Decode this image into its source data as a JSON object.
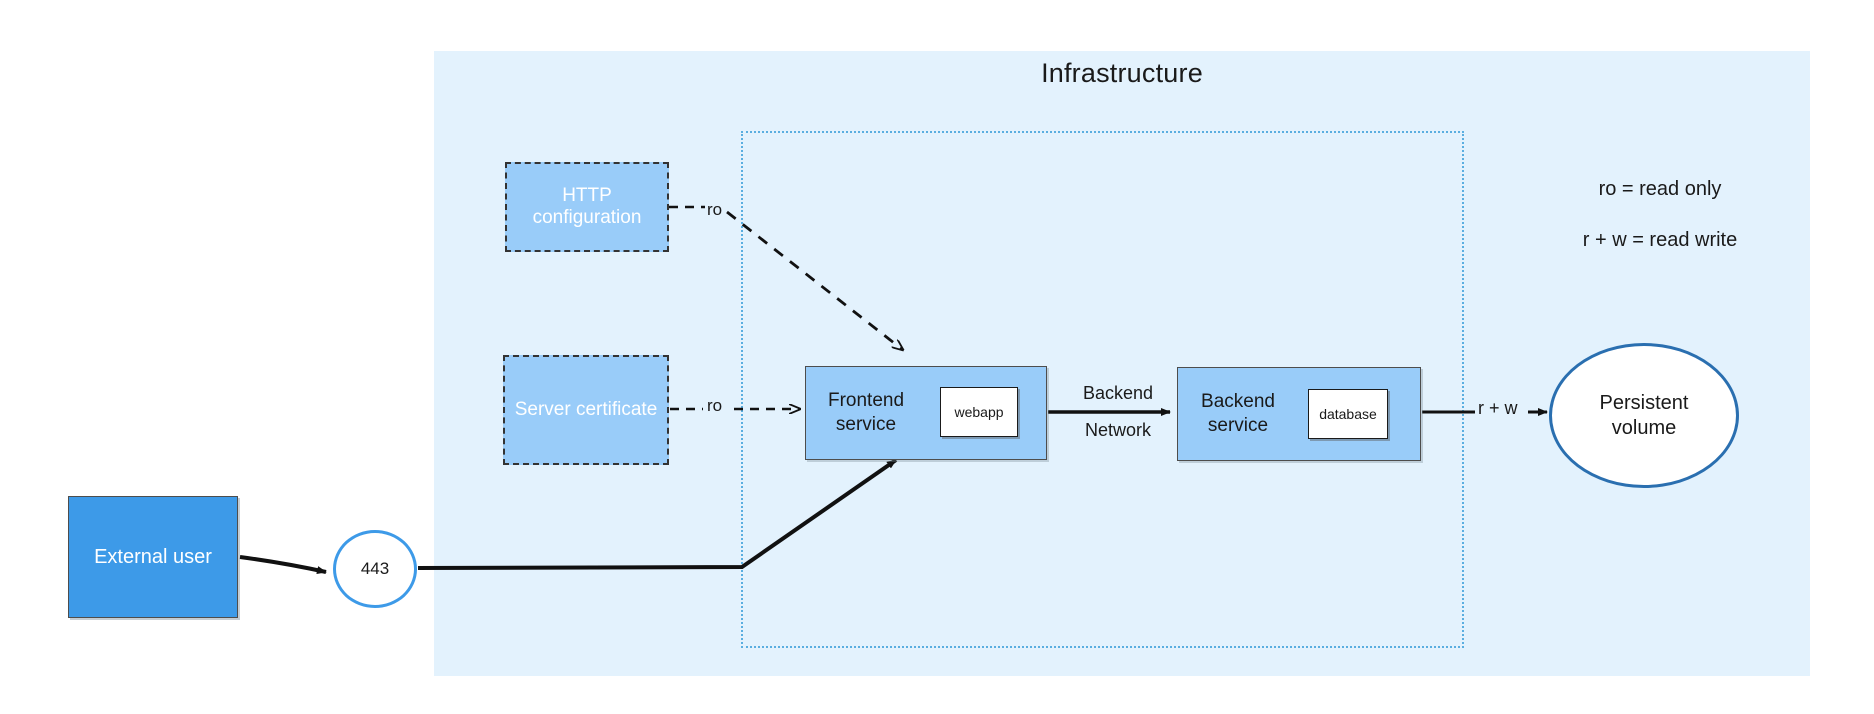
{
  "diagram": {
    "title": "Infrastructure",
    "colors": {
      "panel_bg": "#e3f2fd",
      "config_fill": "#99ccf9",
      "service_fill": "#99ccf9",
      "external_user_fill": "#3d9ae8",
      "network_border": "#5aaee0",
      "volume_border": "#2a6fb0",
      "container_fill": "#ffffff",
      "text": "#1a1a1a"
    },
    "nodes": {
      "http_configuration": "HTTP configuration",
      "server_certificate": "Server certificate",
      "frontend_service": "Frontend\nservice",
      "frontend_service_line1": "Frontend",
      "frontend_service_line2": "service",
      "backend_service_line1": "Backend",
      "backend_service_line2": "service",
      "webapp_container": "webapp",
      "database_container": "database",
      "external_user": "External user",
      "port": "443",
      "persistent_volume_line1": "Persistent",
      "persistent_volume_line2": "volume"
    },
    "edge_labels": {
      "http_config_to_frontend": "ro",
      "server_cert_to_frontend": "ro",
      "backend_network_line1": "Backend",
      "backend_network_line2": "Network",
      "backend_to_volume": "r + w"
    },
    "legend": {
      "line1": "ro = read only",
      "line2": "r + w = read write"
    }
  }
}
